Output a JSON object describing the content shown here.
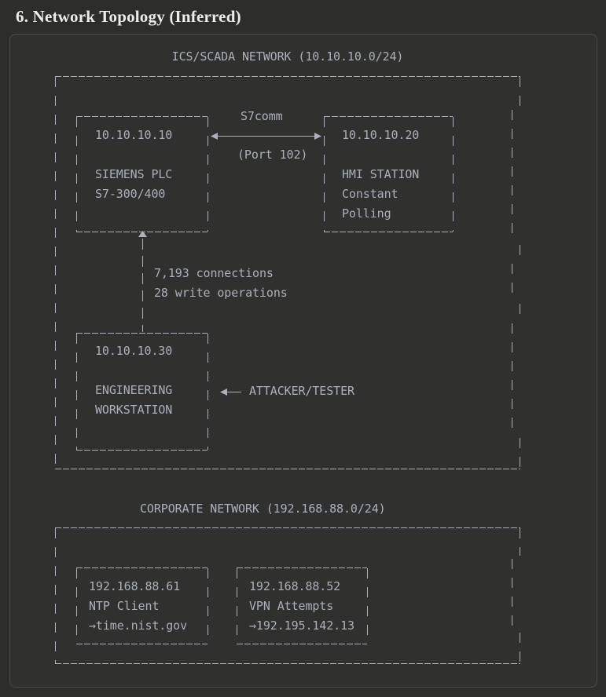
{
  "page_title": "6. Network Topology (Inferred)",
  "colors": {
    "accent": "#aab1ba",
    "background": "#2d2d2c",
    "panel_background": "#30302f",
    "panel_border": "#4b4b49",
    "title_color": "#edecea"
  },
  "ics": {
    "title": "ICS/SCADA NETWORK (10.10.10.0/24)",
    "plc": {
      "lines": [
        "10.10.10.10",
        "",
        "SIEMENS PLC",
        "S7-300/400"
      ]
    },
    "hmi": {
      "lines": [
        "10.10.10.20",
        "",
        "HMI STATION",
        "Constant",
        "Polling"
      ]
    },
    "eng": {
      "lines": [
        "10.10.10.30",
        "",
        "ENGINEERING",
        "WORKSTATION"
      ]
    },
    "s7comm_label": "S7comm",
    "s7comm_port": "(Port 102)",
    "connection_stats": [
      "7,193 connections",
      "28 write operations"
    ],
    "attacker_label": "ATTACKER/TESTER"
  },
  "corp": {
    "title": "CORPORATE NETWORK (192.168.88.0/24)",
    "ntp": {
      "lines": [
        "192.168.88.61",
        "NTP Client",
        "→time.nist.gov"
      ]
    },
    "vpn": {
      "lines": [
        "192.168.88.52",
        "VPN Attempts",
        "→192.195.142.13"
      ]
    }
  }
}
